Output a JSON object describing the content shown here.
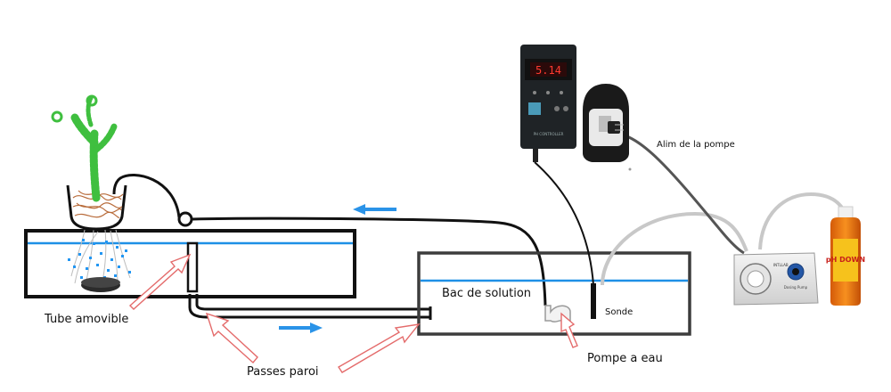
{
  "labels": {
    "tube_amovible": "Tube amovible",
    "passes_paroi": "Passes paroi",
    "bac_de_solution": "Bac de solution",
    "sonde": "Sonde",
    "pompe_a_eau": "Pompe a eau",
    "alim_pompe": "Alim de la pompe"
  },
  "controller": {
    "display": "5.14",
    "panel_label": "PH CONTROLLER"
  },
  "bottle": {
    "label": "pH DOWN"
  },
  "dosing_pump": {
    "brand": "INTLLAB",
    "caption": "Dosing Pump"
  },
  "colors": {
    "water_line": "#1e90e6",
    "flow_arrow": "#2a93e8",
    "pointer_arrow": "#e46b6b",
    "tube_gray": "#c8c8c8",
    "plant_green": "#3fbf3f",
    "bottle_orange": "#f07818"
  },
  "icons": {
    "flow_arrow": "arrow-icon",
    "plant": "plant-icon",
    "plug": "plug-icon"
  }
}
